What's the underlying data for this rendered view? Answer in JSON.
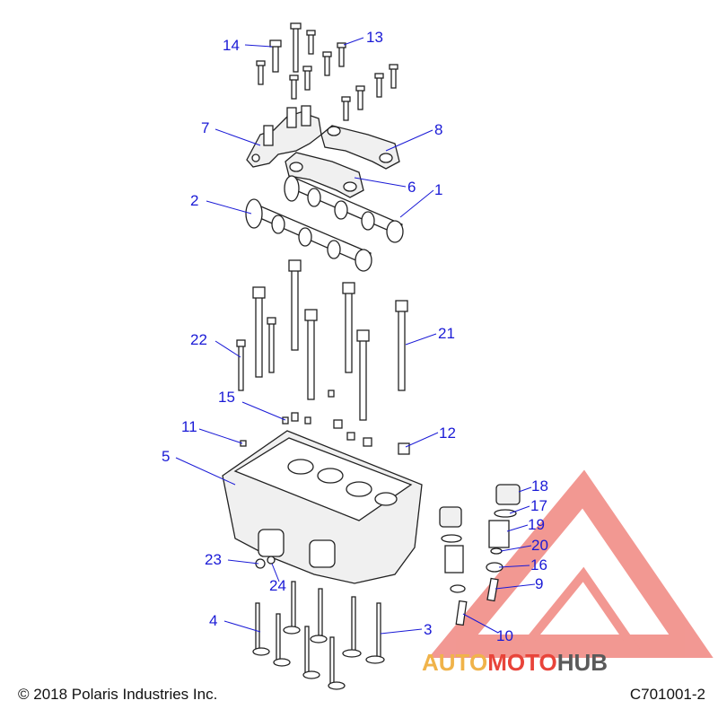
{
  "callouts": [
    "1",
    "2",
    "3",
    "4",
    "5",
    "6",
    "7",
    "8",
    "9",
    "10",
    "11",
    "12",
    "13",
    "14",
    "15",
    "16",
    "17",
    "18",
    "19",
    "20",
    "21",
    "22",
    "23",
    "24"
  ],
  "footer": {
    "copyright": "© 2018 Polaris Industries Inc.",
    "drawing_number": "C701001-2"
  },
  "watermark": {
    "auto": "AUTO",
    "moto": "MOTO",
    "hub": "HUB",
    "colors": {
      "triangle": "#e8443a",
      "auto": "#f0b34a",
      "moto": "#e8443a",
      "hub": "#5a5a5a"
    }
  }
}
